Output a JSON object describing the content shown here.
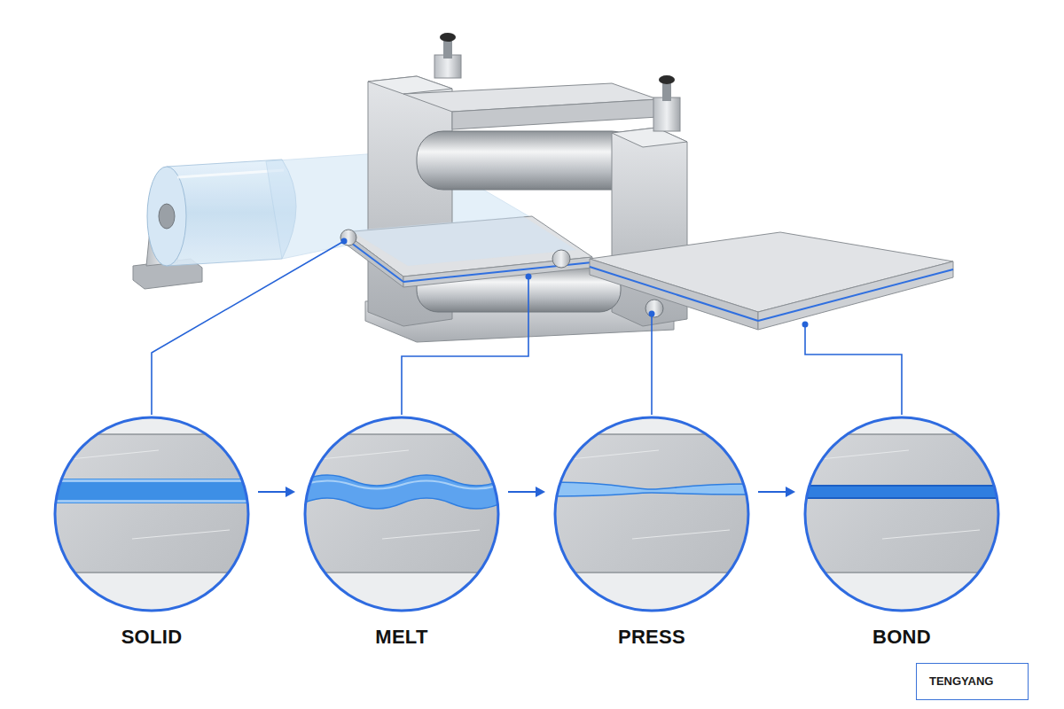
{
  "diagram": {
    "nodes": [
      {
        "text": [
          "SOLID"
        ]
      },
      {
        "text": [
          "MELT"
        ]
      },
      {
        "text": [
          "PRESS"
        ]
      },
      {
        "text": [
          "BOND"
        ]
      },
      {
        "text": [
          "TENGYANG"
        ]
      }
    ],
    "edges": [
      {
        "from": 0,
        "to": 1,
        "arrow": "to"
      },
      {
        "from": 1,
        "to": 2,
        "arrow": "to"
      },
      {
        "from": 2,
        "to": 3,
        "arrow": "to"
      }
    ]
  }
}
